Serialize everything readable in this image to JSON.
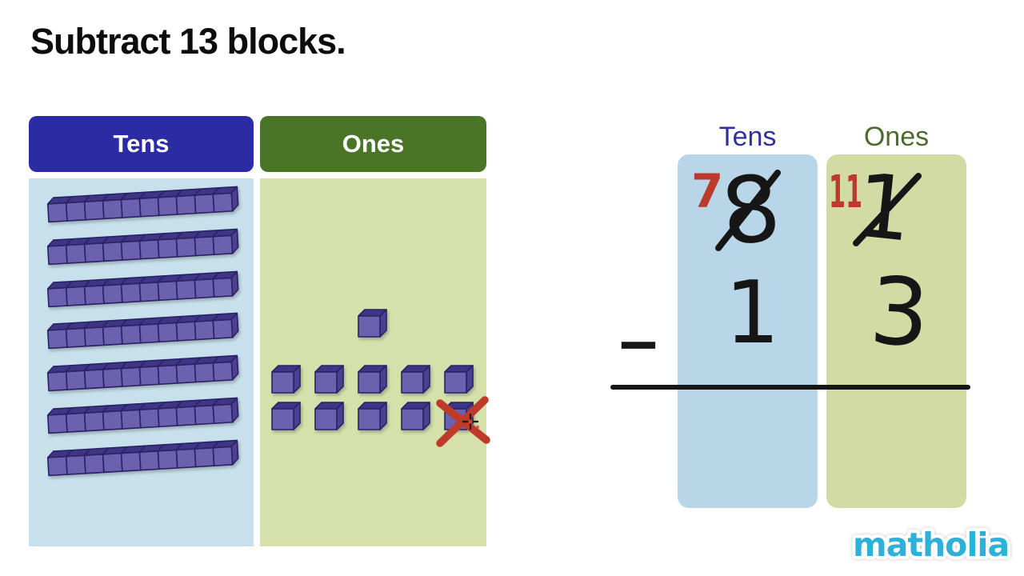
{
  "title": "Subtract 13 blocks.",
  "panel": {
    "tens_header": "Tens",
    "ones_header": "Ones",
    "tens_rod_count": 7,
    "cubes_per_rod": 10,
    "ones_rows": [
      1,
      5,
      5
    ],
    "ones_cube_count": 11,
    "crossed_ones_count": 1
  },
  "worksheet": {
    "tens_label": "Tens",
    "ones_label": "Ones",
    "minuend_tens_crossed": "8",
    "minuend_tens_regrouped": "7",
    "minuend_ones_crossed": "1",
    "minuend_ones_regrouped": "11",
    "subtrahend_tens": "1",
    "subtrahend_ones": "3",
    "minus_sign": "−"
  },
  "logo": {
    "text": "matholia"
  },
  "colors": {
    "header_tens_bg": "#2b2ba3",
    "header_ones_bg": "#4a7426",
    "header_text": "#ffffff",
    "tens_column_bg": "#c6e0ec",
    "ones_column_bg": "#d5e0aa",
    "ws_tens_bg": "#b9d6e8",
    "ws_ones_bg": "#d3dba4",
    "ws_tens_label": "#30309c",
    "ws_ones_label": "#4c6b2f",
    "ink_black": "#161616",
    "ink_red": "#bc3a2b",
    "block_front": "#6b61ae",
    "block_top": "#3e3584",
    "block_side": "#4b4190",
    "block_outline": "#2a2166",
    "cross_red": "#bf3a28",
    "logo_fill": "#2fb0d8"
  }
}
